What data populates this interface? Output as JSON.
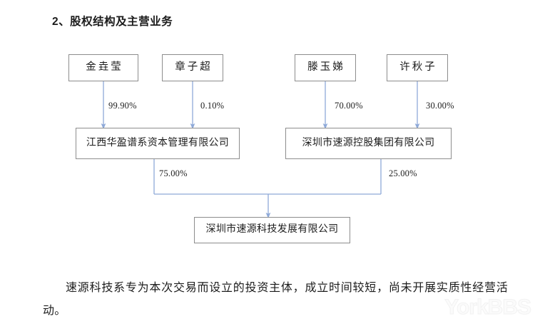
{
  "heading": "2、股权结构及主营业务",
  "diagram": {
    "shareholders": [
      {
        "id": "p1",
        "name": "金垚莹"
      },
      {
        "id": "p2",
        "name": "章子超"
      },
      {
        "id": "p3",
        "name": "滕玉娣"
      },
      {
        "id": "p4",
        "name": "许秋子"
      }
    ],
    "holdings": [
      {
        "id": "c1",
        "name": "江西华盈谱系资本管理有限公司"
      },
      {
        "id": "c2",
        "name": "深圳市速源控股集团有限公司"
      }
    ],
    "target": {
      "id": "c3",
      "name": "深圳市速源科技发展有限公司"
    },
    "edges": [
      {
        "from": "p1",
        "to": "c1",
        "percent": "99.90%"
      },
      {
        "from": "p2",
        "to": "c1",
        "percent": "0.10%"
      },
      {
        "from": "p3",
        "to": "c2",
        "percent": "70.00%"
      },
      {
        "from": "p4",
        "to": "c2",
        "percent": "30.00%"
      },
      {
        "from": "c1",
        "to": "c3",
        "percent": "75.00%"
      },
      {
        "from": "c2",
        "to": "c3",
        "percent": "25.00%"
      }
    ],
    "colors": {
      "connector": "#8ea9d8",
      "box_border": "#8d8d8d",
      "text": "#1c1c1c"
    }
  },
  "paragraph": "速源科技系专为本次交易而设立的投资主体，成立时间较短，尚未开展实质性经营活动。",
  "watermark": "YorkBBS"
}
